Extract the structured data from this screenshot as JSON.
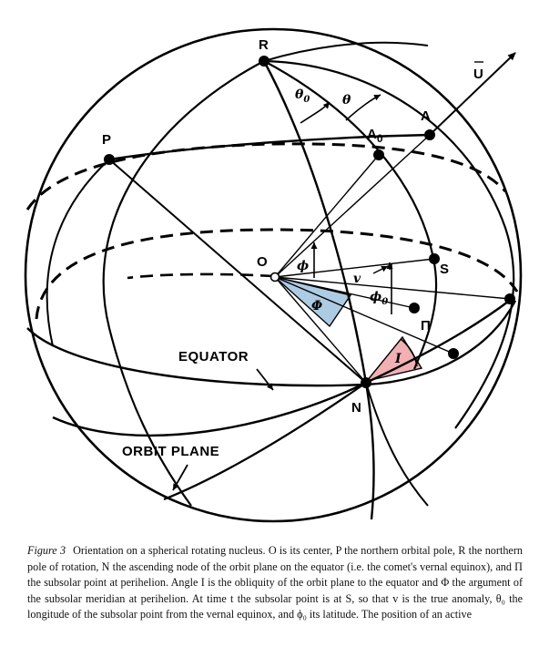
{
  "figure": {
    "labels": {
      "R": "R",
      "P": "P",
      "A": "A",
      "A0": "A",
      "A0_sub": "0",
      "O": "O",
      "S": "S",
      "N": "N",
      "Pi": "Π",
      "U": "U",
      "theta0": "θ",
      "theta0_sub": "0",
      "theta": "θ",
      "phi": "ϕ",
      "v": "v",
      "phi0": "ϕ",
      "phi0_sub": "0",
      "Phi": "Φ",
      "I": "I",
      "equator": "EQUATOR",
      "orbit_plane": "ORBIT PLANE"
    },
    "colors": {
      "Phi_fill": "#aecbe4",
      "I_fill": "#f1b1b4",
      "ink": "#000000"
    }
  },
  "caption": {
    "figure_label": "Figure 3",
    "text": "Orientation on a spherical rotating nucleus. O is its center, P the northern orbital pole, R the northern pole of rotation, N the ascending node of the orbit plane on the equator (i.e. the comet's vernal equinox), and Π the subsolar point at perihelion. Angle I is the obliquity of the orbit plane to the equator and Φ the argument of the subsolar meridian at perihelion. At time t the subsolar point is at S, so that v is the true anomaly, θ₀ the longitude of the subsolar point from the vernal equinox, and ϕ₀ its latitude. The position of an active"
  }
}
